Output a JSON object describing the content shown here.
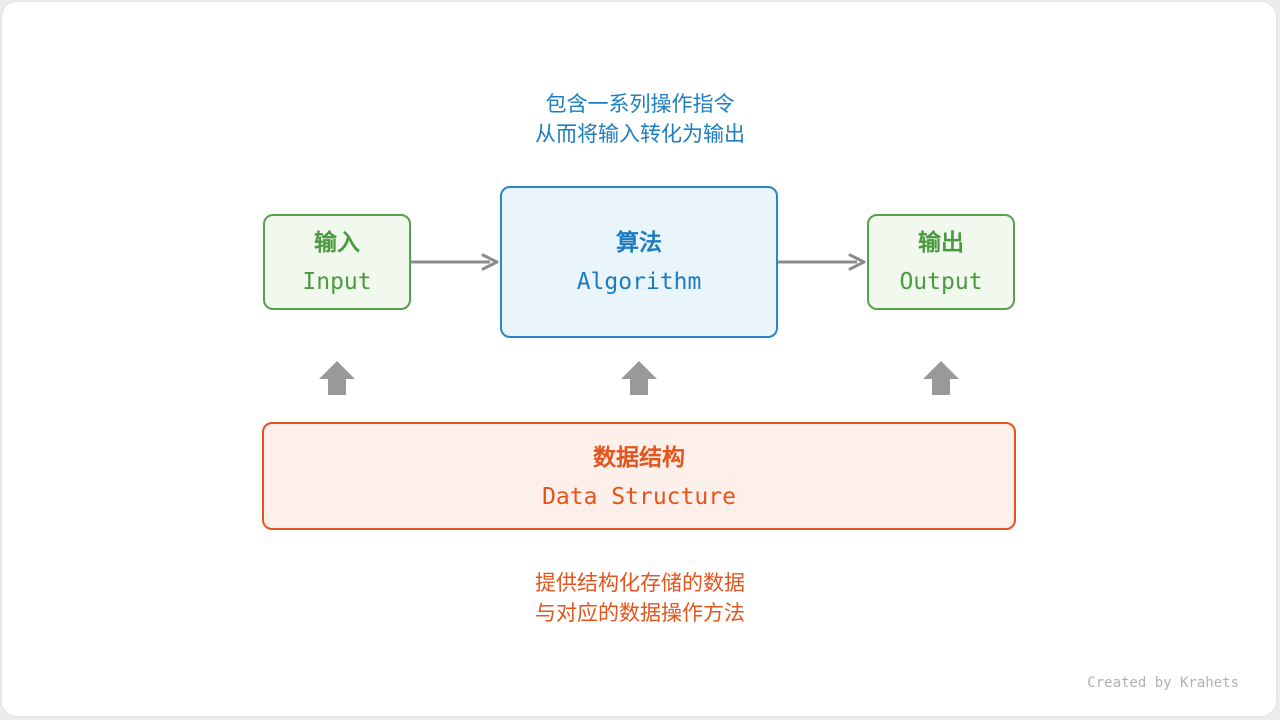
{
  "top_note": {
    "line1": "包含一系列操作指令",
    "line2": "从而将输入转化为输出"
  },
  "input_box": {
    "zh": "输入",
    "en": "Input"
  },
  "algorithm_box": {
    "zh": "算法",
    "en": "Algorithm"
  },
  "output_box": {
    "zh": "输出",
    "en": "Output"
  },
  "data_structure_box": {
    "zh": "数据结构",
    "en": "Data Structure"
  },
  "bottom_note": {
    "line1": "提供结构化存储的数据",
    "line2": "与对应的数据操作方法"
  },
  "credit": "Created by Krahets",
  "colors": {
    "green": "#58a04e",
    "blue": "#2b86c8",
    "orange": "#e5541c",
    "arrow_gray": "#8c8c8c"
  }
}
